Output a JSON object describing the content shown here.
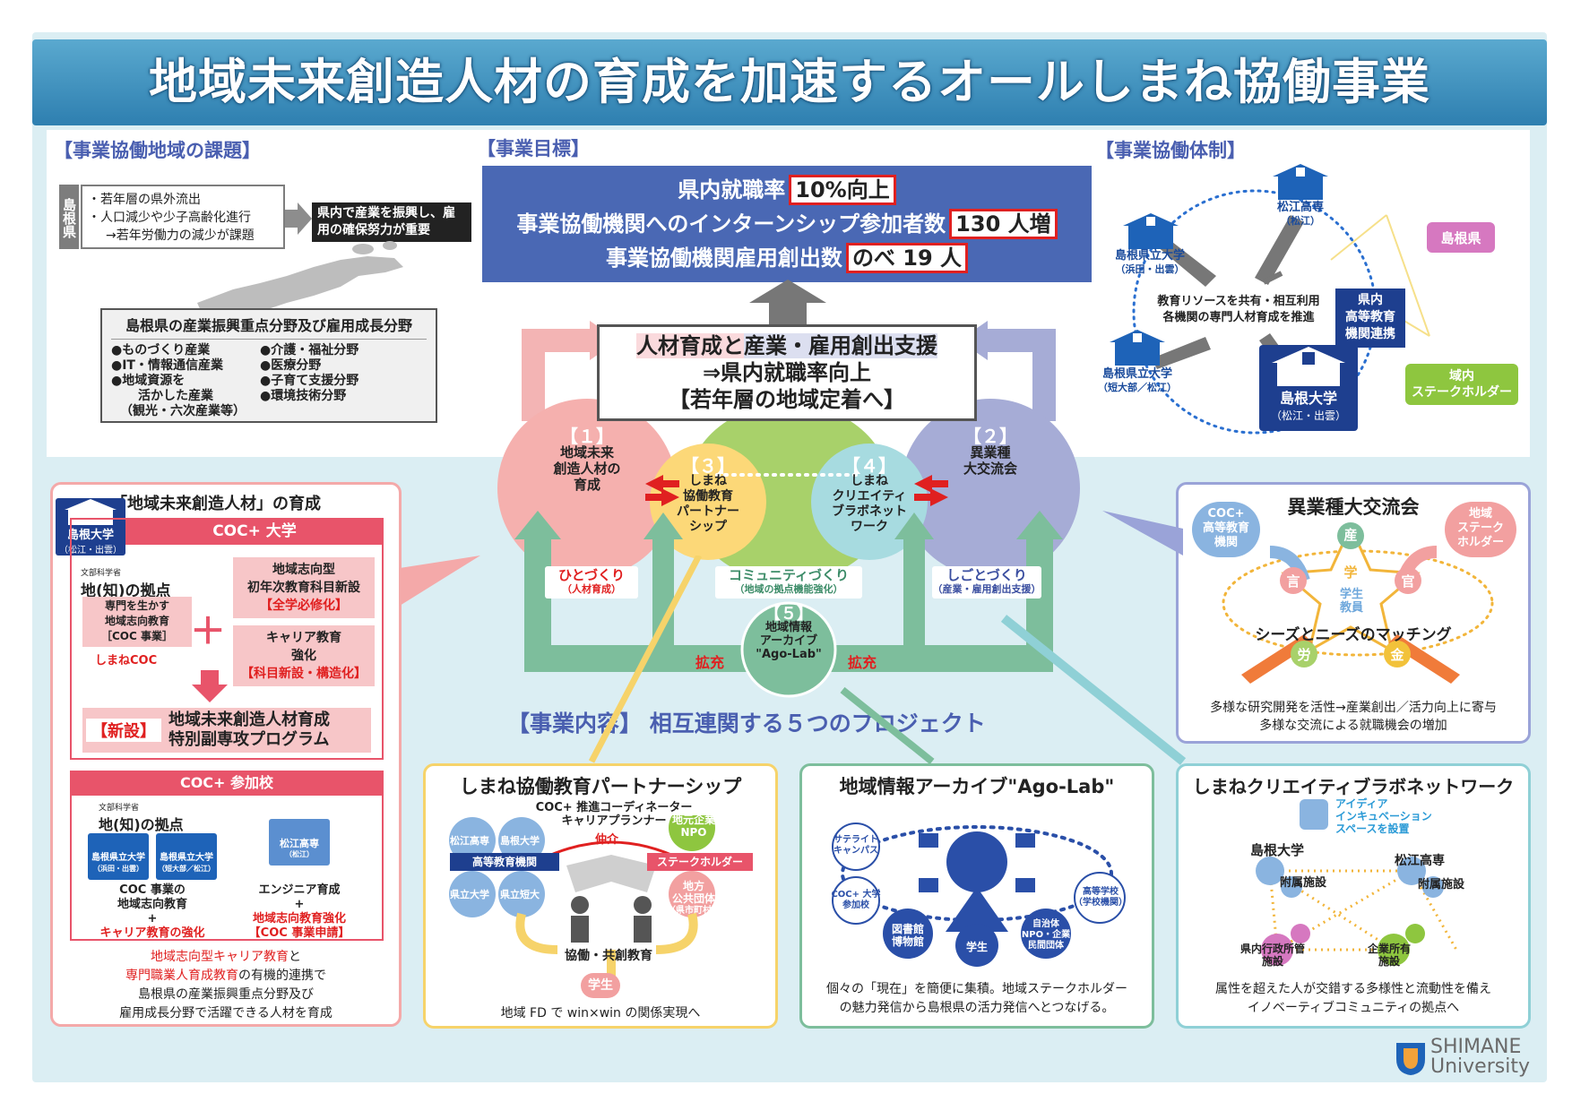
{
  "title": "地域未来創造人材の育成を加速するオールしまね協働事業",
  "challenges": {
    "heading": "【事業協働地域の課題】",
    "pref": "島根県",
    "issues": [
      "・若年層の県外流出",
      "・人口減少や少子高齢化進行",
      "→若年労働力の減少が課題"
    ],
    "effort": "県内で産業を振興し、雇用の確保努力が重要",
    "areas_title": "島根県の産業振興重点分野及び雇用成長分野",
    "areas_left": [
      "●ものづくり産業",
      "●IT・情報通信産業",
      "●地域資源を",
      "活かした産業",
      "（観光・六次産業等）"
    ],
    "areas_right": [
      "●介護・福祉分野",
      "●医療分野",
      "●子育て支援分野",
      "●環境技術分野"
    ]
  },
  "goals": {
    "heading": "【事業目標】",
    "l1a": "県内就職率",
    "l1b": "10%向上",
    "l2a": "事業協働機関へのインターンシップ参加者数",
    "l2b": "130 人増",
    "l3a": "事業協働機関雇用創出数",
    "l3b": "のべ 19 人"
  },
  "structure": {
    "heading": "【事業協働体制】",
    "matsue_kosen": "松江高専",
    "matsue_kosen_sub": "（松江）",
    "pref_univ": "島根県立大学",
    "pref_univ_sub": "（浜田・出雲）",
    "pref_jc": "島根県立大学",
    "pref_jc_sub": "（短大部／松江）",
    "shimane_univ": "島根大学",
    "shimane_univ_sub": "（松江・出雲）",
    "center": [
      "教育リソースを共有・相互利用",
      "各機関の専門人材育成を推進"
    ],
    "pref_gov": "島根県",
    "network": [
      "県内",
      "高等教育",
      "機関連携"
    ],
    "stakeholder": [
      "域内",
      "ステークホルダー"
    ]
  },
  "center_box": {
    "l1a": "人材育成と",
    "l1b": "産業・雇用創出支援",
    "l2": "⇒県内就職率向上",
    "l3": "【若年層の地域定着へ】"
  },
  "projects": {
    "p1": {
      "num": "【１】",
      "name": [
        "地域未来",
        "創造人材の",
        "育成"
      ]
    },
    "p2": {
      "num": "【２】",
      "name": [
        "異業種",
        "大交流会"
      ]
    },
    "p3": {
      "num": "【３】",
      "name": [
        "しまね",
        "協働教育",
        "パートナー",
        "シップ"
      ]
    },
    "p4": {
      "num": "【４】",
      "name": [
        "しまね",
        "クリエイティ",
        "ブラボネット",
        "ワーク"
      ]
    },
    "p5": {
      "num": "【５】",
      "name": [
        "地域情報",
        "アーカイブ",
        "\"Ago-Lab\""
      ]
    },
    "hito": "ひとづくり",
    "hito_sub": "（人材育成）",
    "community": "コミュニティづくり",
    "community_sub": "（地域の拠点機能強化）",
    "shigoto": "しごとづくり",
    "shigoto_sub": "（産業・雇用創出支援）",
    "expand": "拡充",
    "content_heading": "【事業内容】 相互連関する５つのプロジェクト"
  },
  "left_panel": {
    "title": "「地域未来創造人材」の育成",
    "shimane_univ": "島根大学",
    "shimane_univ_sub": "（松江・出雲）",
    "coc_univ": "COC+ 大学",
    "chi_logo": "地(知)の拠点",
    "chi_small": "文部科学省",
    "semmon": [
      "専門を生かす",
      "地域志向教育",
      "［COC 事業］"
    ],
    "shimane_coc": "しまねCOC",
    "box1": [
      "地域志向型",
      "初年次教育科目新設"
    ],
    "box1_red": "【全学必修化】",
    "box2": [
      "キャリア教育",
      "強化"
    ],
    "box2_red": "【科目新設・構造化】",
    "new_tag": "【新設】",
    "program": [
      "地域未来創造人材育成",
      "特別副専攻プログラム"
    ],
    "coc_school": "COC+ 参加校",
    "s1": "島根県立大学",
    "s1_sub": "（浜田・出雲）",
    "s2": "島根県立大学",
    "s2_sub": "（短大部／松江）",
    "s3": "松江高専",
    "s3_sub": "（松江）",
    "s12_text": [
      "COC 事業の",
      "地域志向教育",
      "+"
    ],
    "s12_red": "キャリア教育の強化",
    "s3_text": [
      "エンジニア育成",
      "+"
    ],
    "s3_red": [
      "地域志向教育強化",
      "【COC 事業申請】"
    ],
    "bottom_red1": "地域志向型キャリア教育",
    "bottom_t1": "と",
    "bottom_red2": "専門職業人育成教育",
    "bottom_t2": "の有機的連携で",
    "bottom_t3": "島根県の産業振興重点分野及び",
    "bottom_t4": "雇用成長分野で活躍できる人材を育成"
  },
  "exchange_panel": {
    "title": "異業種大交流会",
    "coc": [
      "COC+",
      "高等教育",
      "機関"
    ],
    "stake": [
      "地域",
      "ステーク",
      "ホルダー"
    ],
    "sangaku": [
      "産",
      "学",
      "官",
      "言",
      "労",
      "金"
    ],
    "student": [
      "学生",
      "教員"
    ],
    "matching": "シーズとニーズのマッチング",
    "b1": "多様な研究開発を活性→産業創出／活力向上に寄与",
    "b2": "多様な交流による就職機会の増加"
  },
  "partner_panel": {
    "title": "しまね協働教育パートナーシップ",
    "coord": [
      "COC+ 推進コーディネーター",
      "キャリアプランナー"
    ],
    "mediate": "仲介",
    "schools": [
      "松江高専",
      "島根大学",
      "県立大学",
      "県立短大"
    ],
    "higher": "高等教育機関",
    "npo": [
      "地元企業",
      "NPO"
    ],
    "stake": "ステークホルダー",
    "gov": [
      "地方",
      "公共団体",
      "（県市町村）"
    ],
    "cocreate": "協働・共創教育",
    "student": "学生",
    "bottom": "地域 FD で win×win の関係実現へ"
  },
  "agolab_panel": {
    "title": "地域情報アーカイブ\"Ago-Lab\"",
    "satellite": [
      "サテライト",
      "キャンパス"
    ],
    "coc": [
      "COC+ 大学",
      "参加校"
    ],
    "library": [
      "図書館",
      "博物館"
    ],
    "student": "学生",
    "local": [
      "自治体",
      "NPO・企業",
      "民間団体"
    ],
    "high": [
      "高等学校",
      "（学校機関）"
    ],
    "b1": "個々の「現在」を簡便に集積。地域ステークホルダー",
    "b2": "の魅力発信から島根県の活力発信へとつなげる。"
  },
  "creative_panel": {
    "title": "しまねクリエイティブラボネットワーク",
    "idea": [
      "アイディア",
      "インキュベーション",
      "スペースを設置"
    ],
    "univ": "島根大学",
    "kosen": "松江高専",
    "fuzoku1": "附属施設",
    "fuzoku2": "附属施設",
    "gyosei": [
      "県内行政所管",
      "施設"
    ],
    "kigyo": [
      "企業所有",
      "施設"
    ],
    "b1": "属性を超えた人が交錯する多様性と流動性を備え",
    "b2": "イノベーティブコミュニティの拠点へ"
  },
  "logo": {
    "l1": "SHIMANE",
    "l2": "University"
  },
  "colors": {
    "accent": "#4a5fb0",
    "red": "#e02020",
    "pink": "#f2a0a0",
    "teal": "#6fb89a",
    "navy": "#1e3f8f"
  }
}
